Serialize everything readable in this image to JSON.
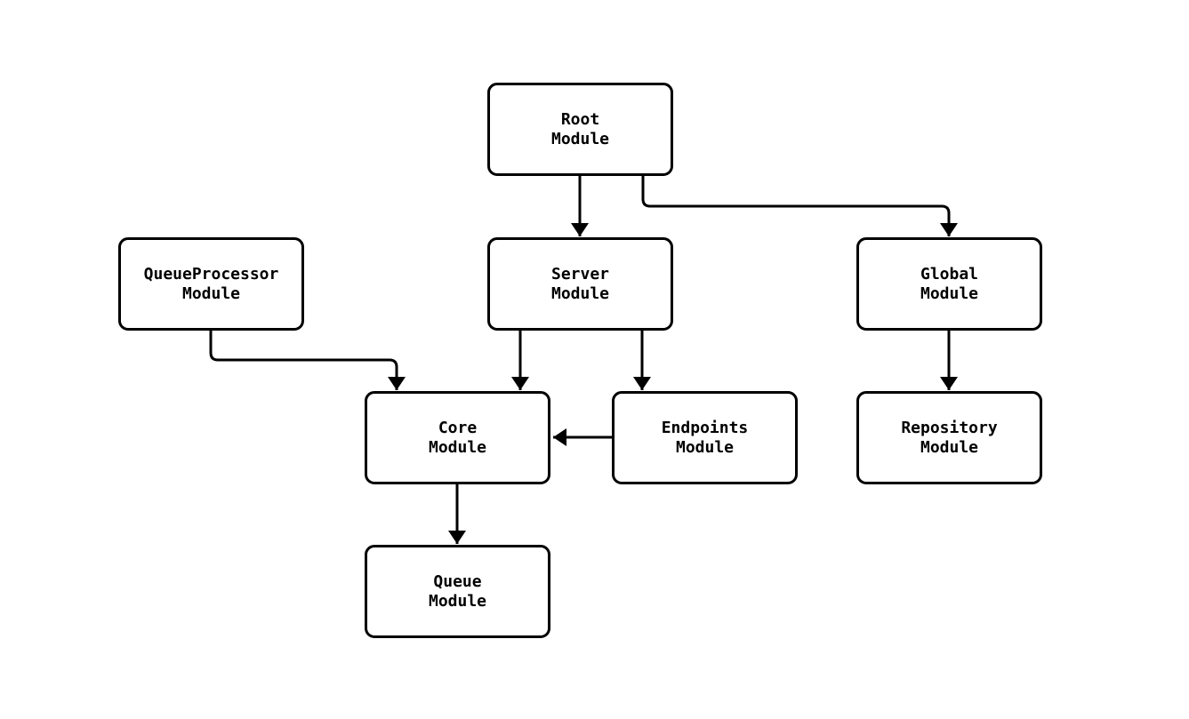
{
  "diagram": {
    "type": "module-dependency-graph",
    "colors": {
      "background": "#ffffff",
      "node_fill": "#ffffff",
      "node_border": "#000000",
      "edge_line": "#000000",
      "text": "#000000"
    },
    "nodes": {
      "root": {
        "line1": "Root",
        "line2": "Module"
      },
      "queue_processor": {
        "line1": "QueueProcessor",
        "line2": "Module"
      },
      "server": {
        "line1": "Server",
        "line2": "Module"
      },
      "global": {
        "line1": "Global",
        "line2": "Module"
      },
      "core": {
        "line1": "Core",
        "line2": "Module"
      },
      "endpoints": {
        "line1": "Endpoints",
        "line2": "Module"
      },
      "repository": {
        "line1": "Repository",
        "line2": "Module"
      },
      "queue": {
        "line1": "Queue",
        "line2": "Module"
      }
    },
    "edges": [
      {
        "from": "root",
        "to": "server"
      },
      {
        "from": "root",
        "to": "global"
      },
      {
        "from": "queue_processor",
        "to": "core"
      },
      {
        "from": "server",
        "to": "core"
      },
      {
        "from": "server",
        "to": "endpoints"
      },
      {
        "from": "global",
        "to": "repository"
      },
      {
        "from": "endpoints",
        "to": "core"
      },
      {
        "from": "core",
        "to": "queue"
      }
    ]
  }
}
